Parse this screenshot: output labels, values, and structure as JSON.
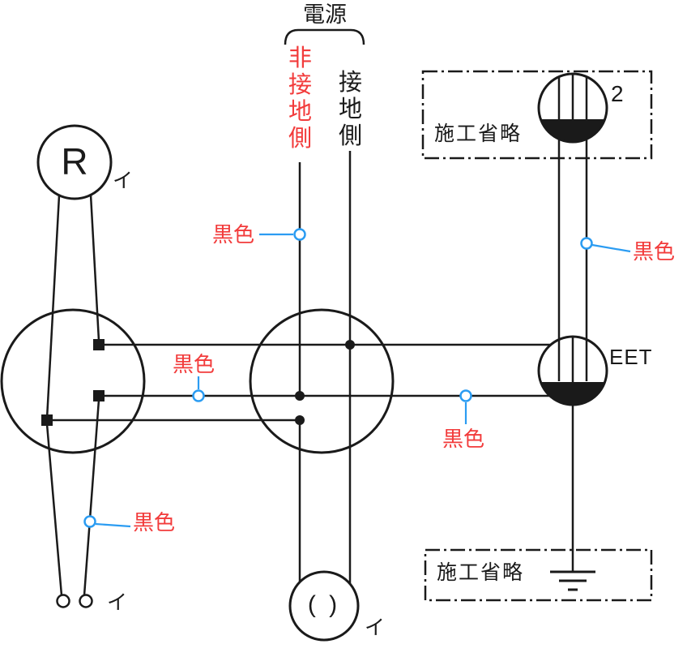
{
  "diagram": {
    "power": {
      "title": "電源",
      "non_grounded_side": "非接地側",
      "grounded_side": "接地側"
    },
    "components": {
      "lamp_r": {
        "symbol": "R",
        "switch_group": "イ"
      },
      "ceiling_light": {
        "symbol": "( )",
        "switch_group": "イ"
      },
      "switch": {
        "label": "イ"
      },
      "double_outlet": {
        "label": "2"
      },
      "eet_outlet": {
        "label": "EET"
      }
    },
    "annotations": {
      "construction_omitted_top": "施工省略",
      "construction_omitted_bottom": "施工省略",
      "wire_color_labels": [
        "黒色",
        "黒色",
        "黒色",
        "黒色",
        "黒色"
      ]
    },
    "colors": {
      "accent_red": "#f23b3b",
      "marker_blue": "#2b9cf2",
      "wire_black": "#1a1a1a"
    }
  }
}
